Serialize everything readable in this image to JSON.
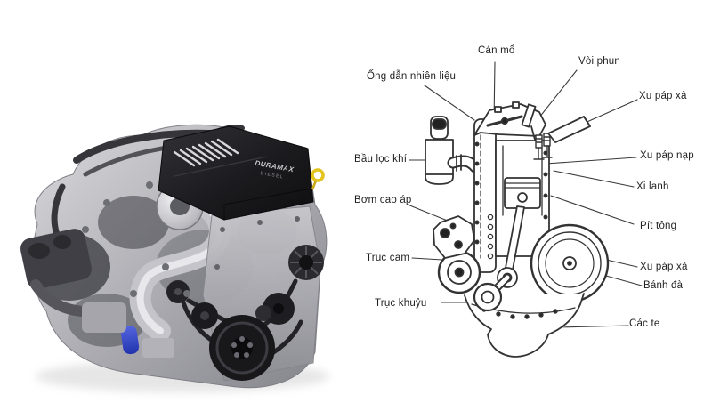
{
  "page": {
    "background": "#ffffff"
  },
  "engine_photo": {
    "description": "duramax-diesel-engine-photo",
    "cover_text_line1": "DURAMAX",
    "cover_text_line2": "DIESEL",
    "colors": {
      "cover": "#1a1a1d",
      "dipstick_yellow": "#e4c31d",
      "hose_blue": "#3347c4",
      "metal_light": "#d6d6da",
      "metal_mid": "#9b9ba1",
      "metal_dark": "#3c3c42"
    }
  },
  "diagram": {
    "line_color": "#333333",
    "labels": [
      {
        "id": "can-mo",
        "text": "Cán mổ"
      },
      {
        "id": "voi-phun",
        "text": "Vòi phun"
      },
      {
        "id": "ong-dan-nhien-lieu",
        "text": "Ống dẫn nhiên liệu"
      },
      {
        "id": "xu-pap-xa-tren",
        "text": "Xu páp xả"
      },
      {
        "id": "bau-loc-khi",
        "text": "Bầu lọc khí"
      },
      {
        "id": "xu-pap-nap",
        "text": "Xu páp nạp"
      },
      {
        "id": "xi-lanh",
        "text": "Xi lanh"
      },
      {
        "id": "bom-cao-ap",
        "text": "Bơm cao áp"
      },
      {
        "id": "pit-tong",
        "text": "Pít tông"
      },
      {
        "id": "truc-cam",
        "text": "Trục cam"
      },
      {
        "id": "xu-pap-xa-duoi",
        "text": "Xu páp xả"
      },
      {
        "id": "banh-da",
        "text": "Bánh đà"
      },
      {
        "id": "truc-khuyu",
        "text": "Trục khuỷu"
      },
      {
        "id": "cac-te",
        "text": "Các te"
      }
    ]
  }
}
